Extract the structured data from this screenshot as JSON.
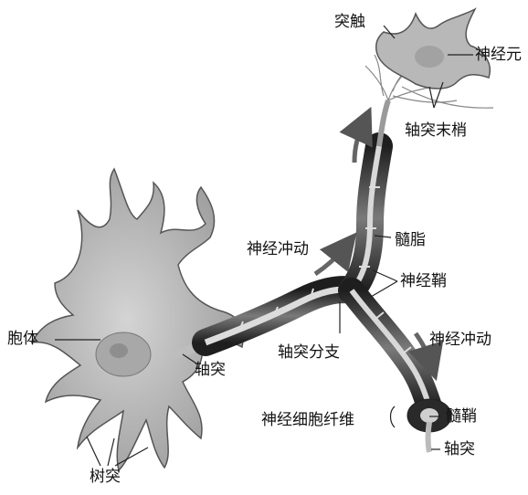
{
  "labels": {
    "synapse": "突触",
    "neuron": "神经元",
    "axon_terminal": "轴突末梢",
    "myelin": "髓脂",
    "nerve_impulse_upper": "神经冲动",
    "nerve_sheath": "神经鞘",
    "axon_branch": "轴突分支",
    "nerve_impulse_lower": "神经冲动",
    "cell_body": "胞体",
    "axon_main": "轴突",
    "nerve_fiber": "神经细胞纤维",
    "myelin_sheath": "髓鞘",
    "axon_end": "轴突",
    "dendrite": "树突"
  },
  "colors": {
    "cell_fill": "#bdbdbd",
    "cell_stroke": "#444444",
    "nucleus": "#a9a9a9",
    "sheath_dark": "#2b2b2b",
    "sheath_mid": "#6a6a6a",
    "axon_core": "#d8d8d8",
    "arrow": "#555555",
    "label_text": "#111111"
  }
}
